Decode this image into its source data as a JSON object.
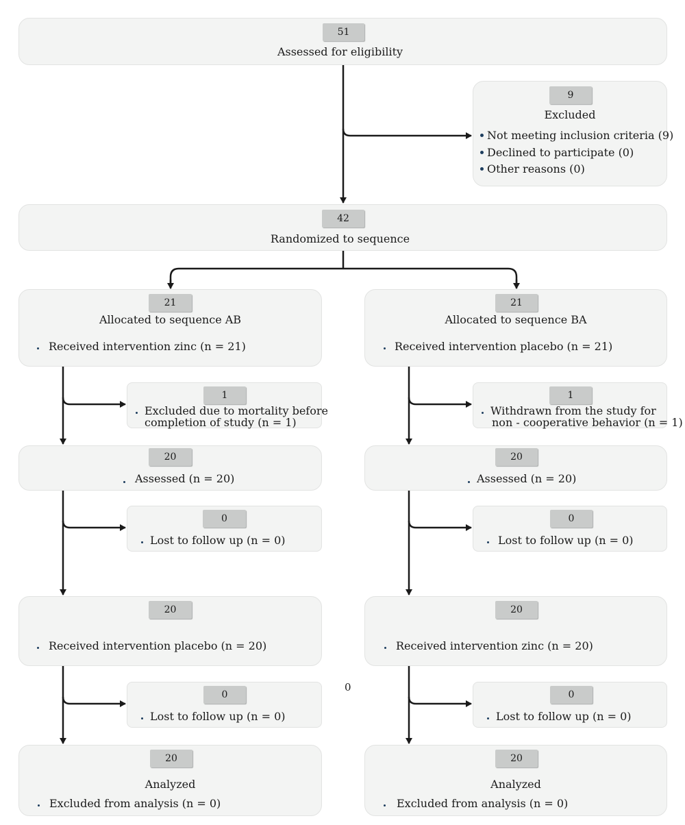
{
  "enrollment": {
    "assessed": {
      "count": "51",
      "label": "Assessed for eligibility"
    },
    "excluded": {
      "count": "9",
      "label": "Excluded",
      "reasons": [
        "Not meeting inclusion criteria (9)",
        "Declined to participate (0)",
        "Other reasons (0)"
      ]
    },
    "randomized": {
      "count": "42",
      "label": "Randomized to sequence"
    }
  },
  "arm_ab": {
    "allocated": {
      "count": "21",
      "label": "Allocated to sequence AB",
      "detail": "Received intervention zinc (n = 21)"
    },
    "dropout1": {
      "count": "1",
      "line1": "Excluded due to mortality before",
      "line2": "completion of study (n = 1)"
    },
    "assessed": {
      "count": "20",
      "label": "Assessed (n = 20)"
    },
    "lost1": {
      "count": "0",
      "label": "Lost to follow up (n = 0)"
    },
    "period2": {
      "count": "20",
      "label": "Received intervention placebo (n = 20)"
    },
    "lost2": {
      "count": "0",
      "label": "Lost to follow up (n = 0)"
    },
    "analyzed": {
      "count": "20",
      "label": "Analyzed",
      "detail": "Excluded from analysis (n = 0)"
    }
  },
  "arm_ba": {
    "allocated": {
      "count": "21",
      "label": "Allocated to sequence BA",
      "detail": "Received intervention placebo (n = 21)"
    },
    "dropout1": {
      "count": "1",
      "line1": "Withdrawn from the study for",
      "line2": "non - cooperative behavior (n = 1)"
    },
    "assessed": {
      "count": "20",
      "label": "Assessed (n = 20)"
    },
    "lost1": {
      "count": "0",
      "label": "Lost to follow up (n = 0)"
    },
    "period2": {
      "count": "20",
      "label": "Received intervention zinc (n = 20)"
    },
    "lost2": {
      "count": "0",
      "label": "Lost to follow up (n = 0)"
    },
    "analyzed": {
      "count": "20",
      "label": "Analyzed",
      "detail": "Excluded from analysis (n = 0)"
    }
  },
  "stray_mark": "0",
  "colors": {
    "box_fill": "#f3f4f3",
    "count_tag": "#c9cbca",
    "bullet": "#1d3d5e",
    "arrow": "#1a1a1a"
  }
}
